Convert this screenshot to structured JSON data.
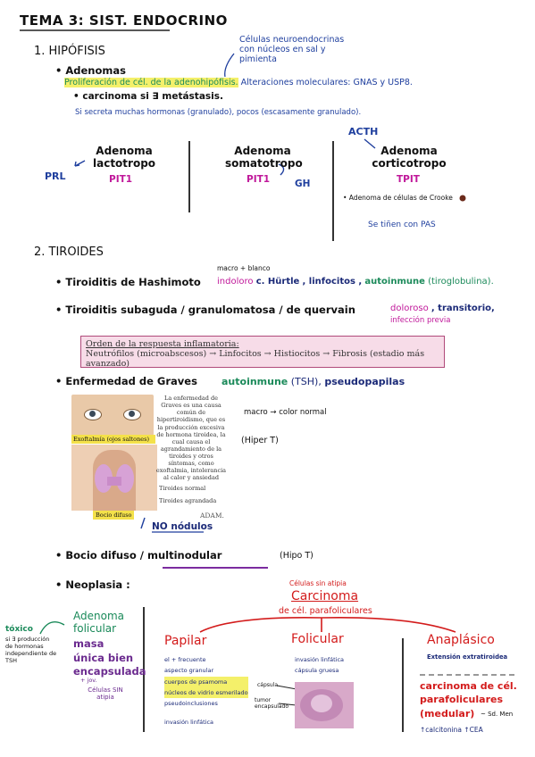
{
  "title": "TEMA 3: SIST. ENDOCRINO",
  "hipofisis": {
    "heading": "1. HIPÓFISIS",
    "note": "Células neuroendocrinas con núcleos en sal y pimienta",
    "adenomas": "• Adenomas",
    "prolif_a": "Proliferación de cél. de la adenohipófisis.",
    "prolif_b": "Alteraciones moleculares: GNAS y USP8.",
    "carcinoma": "• carcinoma si ∃ metástasis.",
    "secreta": "Si secreta muchas hormonas (granulado), pocos (escasamente granulado).",
    "acth": "ACTH",
    "col1_t1": "Adenoma",
    "col1_t2": "lactotropo",
    "col1_tf": "PIT1",
    "col1_h": "PRL",
    "col2_t1": "Adenoma",
    "col2_t2": "somatotropo",
    "col2_tf": "PIT1",
    "col2_h": "GH",
    "col3_t1": "Adenoma",
    "col3_t2": "corticotropo",
    "col3_tf": "TPIT",
    "crooke": "• Adenoma de células de Crooke",
    "pas": "Se tiñen con PAS"
  },
  "tiroides": {
    "heading": "2. TIROIDES",
    "macro_hashi": "macro + blanco",
    "hashi": "• Tiroiditis de Hashimoto",
    "indoloro": "indoloro",
    "hurthle": "c. Hürtle",
    "linfocitos": ", linfocitos ,",
    "autoinmune1": "autoinmune",
    "tiroglob": "(tiroglobulina).",
    "subaguda": "• Tiroiditis subaguda / granulomatosa / de quervain",
    "doloroso": "doloroso",
    "transitorio": ", transitorio,",
    "infeccion": "infección previa",
    "box_title": "Orden de la respuesta inflamatoria:",
    "box_body": "Neutrófilos (microabscesos) → Linfocitos → Histiocitos → Fibrosis (estadio más avanzado)",
    "graves": "• Enfermedad de Graves",
    "autoinmune2": "autoinmune",
    "tsh": "(TSH),",
    "pseudo": "pseudopapilas",
    "macro_graves": "macro → color normal",
    "hiper": "(Hiper T)",
    "graves_caption": "La enfermedad de Graves es una causa común de hipertiroidismo, que es la producción excesiva de hormona tiroidea, la cual causa el agrandamiento de la tiroides y otros síntomas, como exoftalmia, intolerancia al calor y ansiedad",
    "exoftalmia": "Exoftalmía (ojos saltones)",
    "tiroides_normal": "Tiroides normal",
    "tiroides_agrandada": "Tiroides agrandada",
    "bocio_label": "Bocio difuso",
    "adam": "ADAM.",
    "no_nodulos": "NO nódulos",
    "bocio": "• Bocio difuso / multinodular",
    "hipot": "(Hipo T)",
    "neoplasia": "• Neoplasia :",
    "celulas_atipia": "Células sin atipia",
    "carcinoma": "Carcinoma",
    "de_cel": "de cél. parafoliculares",
    "toxico": "tóxico",
    "toxico_desc": "si ∃ producción de hormonas independiente de TSH",
    "adenoma": "Adenoma folicular",
    "adenoma1": "Adenoma",
    "adenoma2": "folicular",
    "masa": "masa",
    "unica": "única bien",
    "encapsulada": "encapsulada",
    "joven": "+ jov.",
    "celulas_sin": "Células SIN atipia",
    "papilar": "Papilar",
    "pap_1": "el + frecuente",
    "pap_2": "aspecto granular",
    "pap_3": "cuerpos de psamoma",
    "pap_4": "núcleos de vidrio esmerilado",
    "pap_5": "pseudoinclusiones",
    "pap_6": "invasión linfática",
    "folicular": "Folicular",
    "fol_1": "invasión linfática",
    "fol_2": "cápsula gruesa",
    "capsula": "cápsula",
    "tumor": "tumor encapsulado",
    "anaplasico": "Anaplásico",
    "ana_1": "Extensión extratiroidea",
    "medular_1": "carcinoma de cél.",
    "medular_2": "parafoliculares",
    "medular_3": "(medular)",
    "men": "~ Sd. Men",
    "calcitonina": "↑calcitonina ↑CEA"
  }
}
